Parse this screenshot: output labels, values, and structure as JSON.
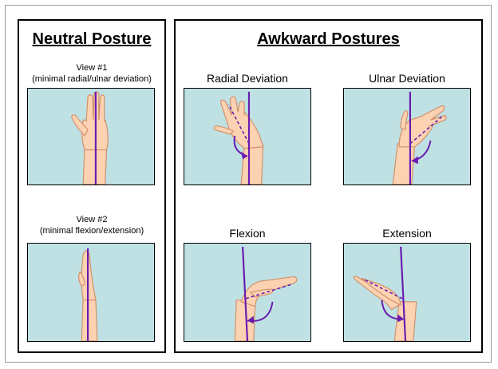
{
  "neutral": {
    "heading": "Neutral Posture",
    "view1": {
      "title": "View #1",
      "subtitle": "(minimal radial/ulnar deviation)"
    },
    "view2": {
      "title": "View #2",
      "subtitle": "(minimal flexion/extension)"
    }
  },
  "awkward": {
    "heading": "Awkward Postures",
    "radial": "Radial Deviation",
    "ulnar": "Ulnar Deviation",
    "flexion": "Flexion",
    "extension": "Extension"
  },
  "colors": {
    "background_panel": "#bfe1e3",
    "skin": "#fbd3b3",
    "skin_outline": "#d4906a",
    "reference_line": "#6a1bb0",
    "angle_arrow": "#6a1bb0"
  }
}
